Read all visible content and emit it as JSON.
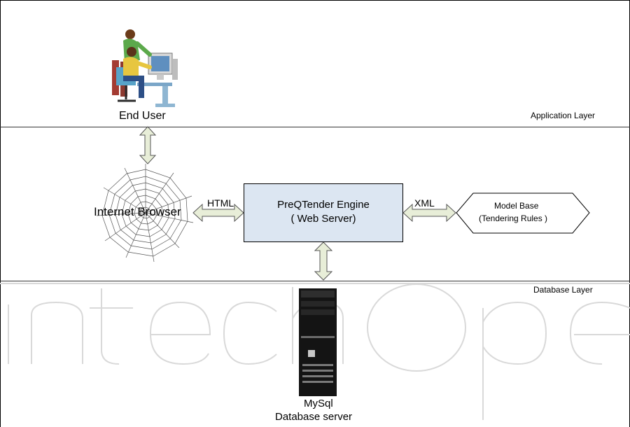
{
  "layers": {
    "application": "Application Layer",
    "database": "Database Layer"
  },
  "nodes": {
    "end_user": "End User",
    "internet_browser": "Internet Browser",
    "engine_line1": "PreQTender Engine",
    "engine_line2": "( Web Server)",
    "model_base_line1": "Model Base",
    "model_base_line2": "(Tendering Rules )",
    "db_line1": "MySql",
    "db_line2": "Database server"
  },
  "connectors": {
    "html": "HTML",
    "xml": "XML"
  },
  "watermark": "IntechOpen",
  "colors": {
    "engine_fill": "#dce6f2",
    "arrow_fill": "#e8eed8",
    "arrow_stroke": "#555555",
    "watermark_stroke": "#d9d9d9"
  }
}
